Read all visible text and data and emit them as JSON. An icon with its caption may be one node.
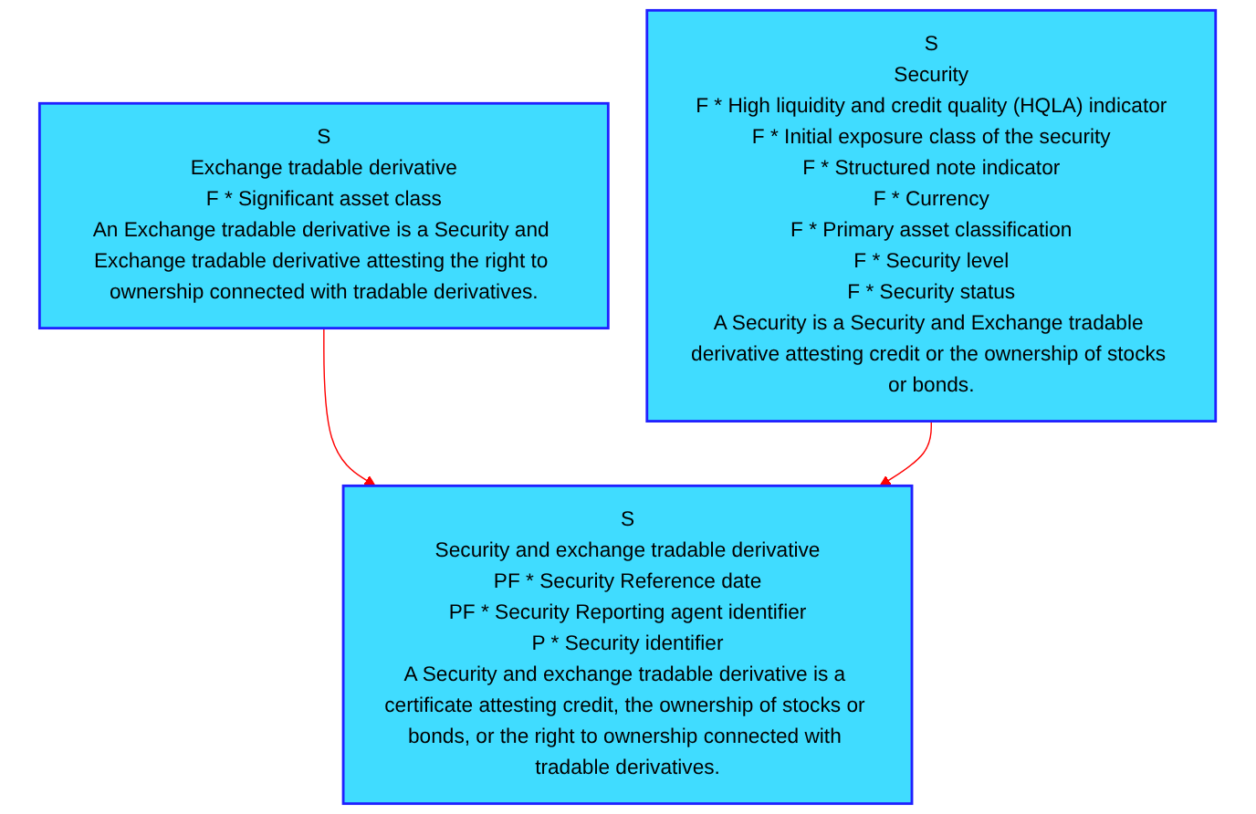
{
  "diagram": {
    "nodes": [
      {
        "text": [
          "S",
          "Security and exchange tradable derivative",
          "PF * Security Reference date",
          "PF * Security Reporting agent identifier",
          "P * Security identifier",
          "A Security and exchange tradable derivative is a certificate attesting credit, the ownership of stocks or bonds, or the right to ownership connected with tradable derivatives."
        ]
      },
      {
        "text": [
          "S",
          "Exchange tradable derivative",
          "F * Significant asset class",
          "An Exchange tradable derivative is a Security and Exchange tradable derivative attesting the right to ownership connected with tradable derivatives."
        ]
      },
      {
        "text": [
          "S",
          "Security",
          "F * High liquidity and credit quality (HQLA) indicator",
          "F * Initial exposure class of the security",
          "F * Structured note indicator",
          "F * Currency",
          "F * Primary asset classification",
          "F * Security level",
          "F * Security status",
          "A Security is a Security and Exchange tradable derivative attesting credit or the ownership of stocks or bonds."
        ]
      }
    ],
    "edges": [
      {
        "from": 1,
        "to": 0,
        "arrow": "to",
        "color": "#ff0000"
      },
      {
        "from": 2,
        "to": 0,
        "arrow": "to",
        "color": "#ff0000"
      }
    ]
  }
}
